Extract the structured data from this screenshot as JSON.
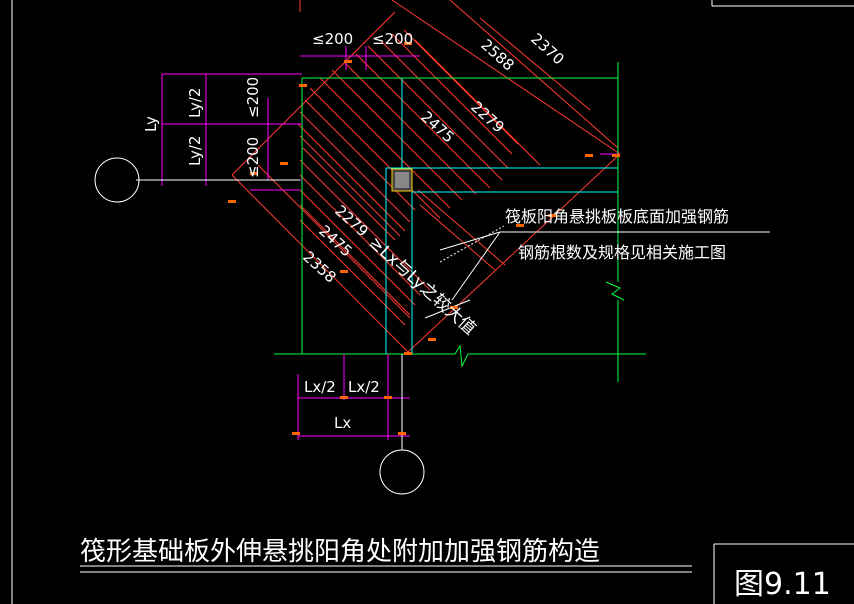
{
  "dims": {
    "le200_a": "≤200",
    "le200_b": "≤200",
    "le200_c": "≤200",
    "le200_d": "≤200",
    "ly": "Ly",
    "ly_half_a": "Ly/2",
    "ly_half_b": "Ly/2",
    "lx": "Lx",
    "lx_half_a": "Lx/2",
    "lx_half_b": "Lx/2",
    "d2588": "2588",
    "d2370": "2370",
    "d2279": "2279",
    "d2475_top": "2475",
    "d2279_left": "2279",
    "d2475_left": "2475",
    "d2358": "2358"
  },
  "annotations": {
    "ge_note": "≥Lx与Ly之较大值",
    "rebar_note_line1": "筏板阳角悬挑板板底面加强钢筋",
    "rebar_note_line2": "钢筋根数及规格见相关施工图"
  },
  "caption": {
    "title": "筏形基础板外伸悬挑阳角处附加加强钢筋构造",
    "figure_no": "图9.11"
  },
  "colors": {
    "background": "#000000",
    "green": "#00ff3c",
    "cyan": "#00ffff",
    "magenta": "#ff00ff",
    "red": "#ff3b2f",
    "orange": "#ff6600",
    "white": "#ffffff",
    "yellow": "#ffd400"
  }
}
